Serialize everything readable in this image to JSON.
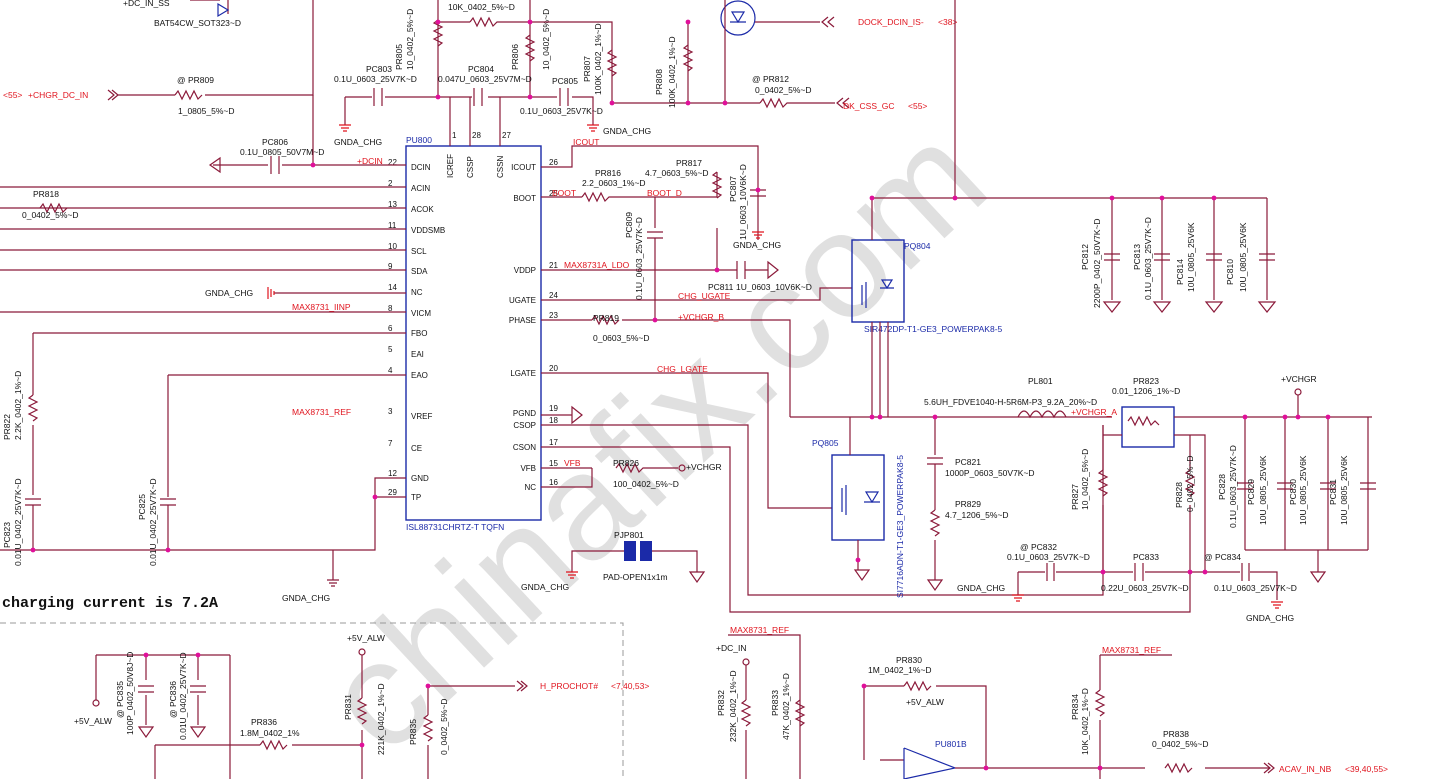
{
  "schematic": {
    "ic_main": {
      "ref": "PU800",
      "part": "ISL88731CHRTZ-T TQFN",
      "left_pins": [
        {
          "name": "DCIN",
          "num": "22"
        },
        {
          "name": "ACIN",
          "num": "2"
        },
        {
          "name": "ACOK",
          "num": "13"
        },
        {
          "name": "VDDSMB",
          "num": "11"
        },
        {
          "name": "SCL",
          "num": "10"
        },
        {
          "name": "SDA",
          "num": "9"
        },
        {
          "name": "NC",
          "num": "14"
        },
        {
          "name": "VICM",
          "num": "8"
        },
        {
          "name": "FBO",
          "num": "6"
        },
        {
          "name": "EAI",
          "num": "5"
        },
        {
          "name": "EAO",
          "num": "4"
        },
        {
          "name": "VREF",
          "num": "3"
        },
        {
          "name": "CE",
          "num": "7"
        },
        {
          "name": "GND",
          "num": "12"
        },
        {
          "name": "TP",
          "num": "29"
        }
      ],
      "top_pins": [
        {
          "name": "ICREF",
          "num": "1"
        },
        {
          "name": "CSSP",
          "num": "28"
        },
        {
          "name": "CSSN",
          "num": "27"
        }
      ],
      "right_pins": [
        {
          "name": "ICOUT",
          "num": "26"
        },
        {
          "name": "BOOT",
          "num": "25"
        },
        {
          "name": "VDDP",
          "num": "21"
        },
        {
          "name": "UGATE",
          "num": "24"
        },
        {
          "name": "PHASE",
          "num": "23"
        },
        {
          "name": "LGATE",
          "num": "20"
        },
        {
          "name": "PGND",
          "num": "19"
        },
        {
          "name": "CSOP",
          "num": "18"
        },
        {
          "name": "CSON",
          "num": "17"
        },
        {
          "name": "VFB",
          "num": "15"
        },
        {
          "name": "NC",
          "num": "16"
        }
      ]
    },
    "nets": {
      "dc_in_ss": "+DC_IN_SS",
      "chgr_dc_in": "+CHGR_DC_IN",
      "chgr_dc_in_ref": "<55>",
      "dcin": "+DCIN",
      "dock_dcin_is": "DOCK_DCIN_IS-",
      "dock_ref": "<38>",
      "dk_css_gc": "DK_CSS_GC",
      "dk_ref": "<55>",
      "icout": "ICOUT",
      "boot": "BOOT",
      "boot_d": "BOOT_D",
      "max_ldo": "MAX8731A_LDO",
      "chg_ugate": "CHG_UGATE",
      "vchgr_b": "+VCHGR_B",
      "chg_lgate": "CHG_LGATE",
      "vfb": "VFB",
      "vchgr": "+VCHGR",
      "vchgr_a": "+VCHGR_A",
      "max_iinp": "MAX8731_IINP",
      "max_ref": "MAX8731_REF",
      "gnda_chg": "GNDA_CHG",
      "h_prochot": "H_PROCHOT#",
      "h_prochot_ref": "<7,40,53>",
      "acav_in_nb": "ACAV_IN_NB",
      "acav_ref": "<39,40,55>",
      "v5_alw": "+5V_ALW",
      "dc_in": "+DC_IN"
    },
    "components": {
      "d_bat54": "BAT54CW_SOT323~D",
      "pr_top": "10K_0402_5%~D",
      "pr805": {
        "ref": "PR805",
        "val": "10_0402_5%~D"
      },
      "pr806": {
        "ref": "PR806",
        "val": "10_0402_5%~D"
      },
      "pr807": {
        "ref": "PR807",
        "val": "100K_0402_1%~D"
      },
      "pr808": {
        "ref": "PR808",
        "val": "100K_0402_1%~D"
      },
      "pr809": {
        "ref": "@ PR809",
        "val": "1_0805_5%~D"
      },
      "pr812": {
        "ref": "@ PR812",
        "val": "0_0402_5%~D"
      },
      "pc803": {
        "ref": "PC803",
        "val": "0.1U_0603_25V7K~D"
      },
      "pc804": {
        "ref": "PC804",
        "val": "0.047U_0603_25V7M~D"
      },
      "pc805": {
        "ref": "PC805",
        "val": "0.1U_0603_25V7K~D"
      },
      "pc806": {
        "ref": "PC806",
        "val": "0.1U_0805_50V7M~D"
      },
      "pr818": {
        "ref": "PR818",
        "val": "0_0402_5%~D"
      },
      "pr816": {
        "ref": "PR816",
        "val": "2.2_0603_1%~D"
      },
      "pr817": {
        "ref": "PR817",
        "val": "4.7_0603_5%~D"
      },
      "pc807": {
        "ref": "PC807",
        "val": "1U_0603_10V6K~D"
      },
      "pc809": {
        "ref": "PC809",
        "val": "0.1U_0603_25V7K~D"
      },
      "pc811": {
        "ref": "PC811",
        "val": "1U_0603_10V6K~D"
      },
      "pr819": {
        "ref": "PR819",
        "val": "0_0603_5%~D"
      },
      "pr826": {
        "ref": "PR826",
        "val": "100_0402_5%~D"
      },
      "pjp801": {
        "ref": "PJP801",
        "val": "PAD-OPEN1x1m"
      },
      "pq804": {
        "ref": "PQ804",
        "val": "SIR472DP-T1-GE3_POWERPAK8-5"
      },
      "pq805": {
        "ref": "PQ805",
        "val": "SI7716ADN-T1-GE3_POWERPAK8-5"
      },
      "pl801": {
        "ref": "PL801",
        "val": "5.6UH_FDVE1040-H-5R6M-P3_9.2A_20%~D"
      },
      "pr823": {
        "ref": "PR823",
        "val": "0.01_1206_1%~D"
      },
      "pc812": {
        "ref": "PC812",
        "val": "2200P_0402_50V7K~D"
      },
      "pc813": {
        "ref": "PC813",
        "val": "0.1U_0603_25V7K~D"
      },
      "pc814": {
        "ref": "PC814",
        "val": "10U_0805_25V6K"
      },
      "pc810": {
        "ref": "PC810",
        "val": "10U_0805_25V6K"
      },
      "pc821": {
        "ref": "PC821",
        "val": "1000P_0603_50V7K~D"
      },
      "pr829": {
        "ref": "PR829",
        "val": "4.7_1206_5%~D"
      },
      "pr827": {
        "ref": "PR827",
        "val": "10_0402_5%~D"
      },
      "pr828": {
        "ref": "PR828",
        "val": "0_0402_5%~D"
      },
      "pc828": {
        "ref": "PC828",
        "val": "0.1U_0603_25V7K~D"
      },
      "pc829": {
        "ref": "PC829",
        "val": "10U_0805_25V6K"
      },
      "pc830": {
        "ref": "PC830",
        "val": "10U_0805_25V6K"
      },
      "pc831": {
        "ref": "PC831",
        "val": "10U_0805_25V6K"
      },
      "pc832": {
        "ref": "@ PC832",
        "val": "0.1U_0603_25V7K~D"
      },
      "pc833": {
        "ref": "PC833",
        "val": "0.22U_0603_25V7K~D"
      },
      "pc834": {
        "ref": "@ PC834",
        "val": "0.1U_0603_25V7K~D"
      },
      "pr822": {
        "ref": "PR822",
        "val": "2.2K_0402_1%~D"
      },
      "pc823": {
        "ref": "PC823",
        "val": "0.01U_0402_25V7K~D"
      },
      "pc825": {
        "ref": "PC825",
        "val": "0.01U_0402_25V7K~D"
      },
      "pc835": {
        "ref": "@ PC835",
        "val": "100P_0402_50V8J~D"
      },
      "pc836": {
        "ref": "@ PC836",
        "val": "0.01U_0402_25V7K~D"
      },
      "pr836": {
        "ref": "PR836",
        "val": "1.8M_0402_1%"
      },
      "pr831": {
        "ref": "PR831",
        "val": "221K_0402_1%~D"
      },
      "pr835": {
        "ref": "PR835",
        "val": "0_0402_5%~D"
      },
      "pr832": {
        "ref": "PR832",
        "val": "232K_0402_1%~D"
      },
      "pr833": {
        "ref": "PR833",
        "val": "47K_0402_1%~D"
      },
      "pr830": {
        "ref": "PR830",
        "val": "1M_0402_1%~D"
      },
      "pu801b": {
        "ref": "PU801B"
      },
      "pr834": {
        "ref": "PR834",
        "val": "10K_0402_1%~D"
      },
      "pr838": {
        "ref": "PR838",
        "val": "0_0402_5%~D"
      }
    },
    "note": "charging current is 7.2A",
    "watermark": "chinafix.com"
  }
}
